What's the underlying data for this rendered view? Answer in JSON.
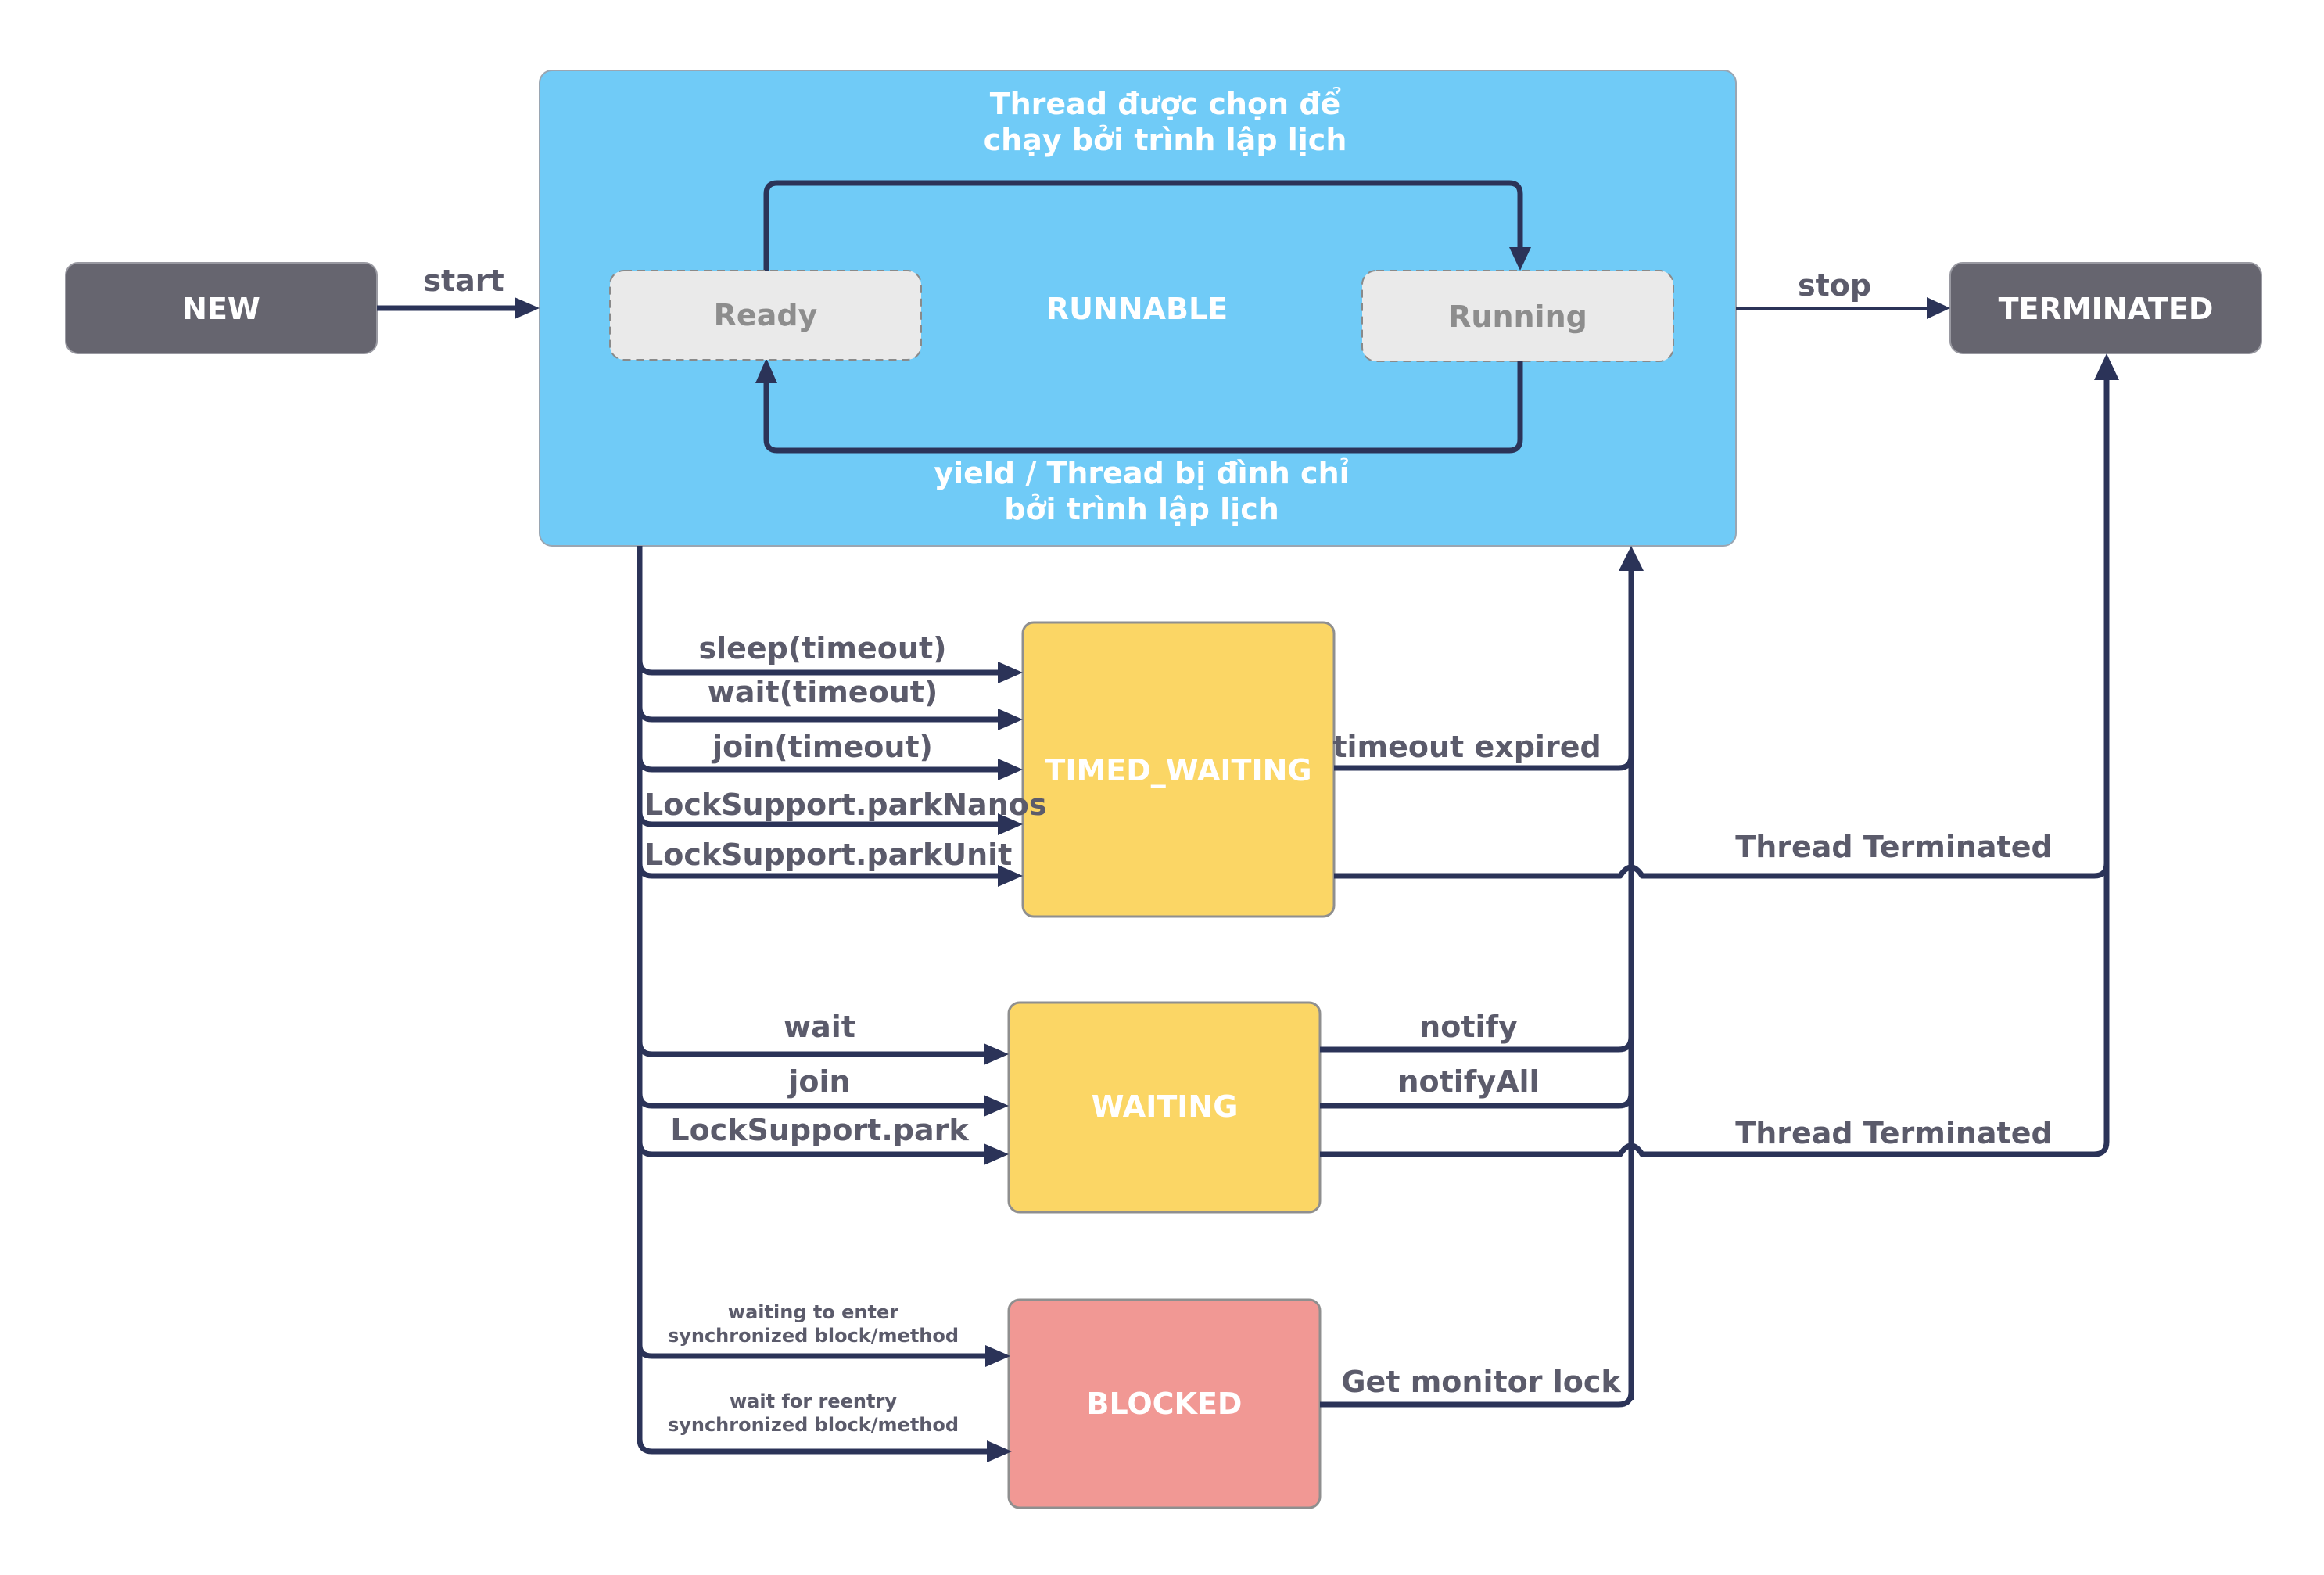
{
  "states": {
    "new": "NEW",
    "runnable": "RUNNABLE",
    "ready": "Ready",
    "running": "Running",
    "terminated": "TERMINATED",
    "timed_waiting": "TIMED_WAITING",
    "waiting": "WAITING",
    "blocked": "BLOCKED"
  },
  "runnable_notes": {
    "scheduled_line1": "Thread được chọn để",
    "scheduled_line2": "chạy bởi trình lập lịch",
    "yield_line1": "yield / Thread bị đình chỉ",
    "yield_line2": "bởi trình lập lịch"
  },
  "edges": {
    "start": "start",
    "stop": "stop",
    "timed_waiting_in": [
      "sleep(timeout)",
      "wait(timeout)",
      "join(timeout)",
      "LockSupport.parkNanos",
      "LockSupport.parkUnit"
    ],
    "timeout_expired": "timeout expired",
    "thread_terminated_1": "Thread Terminated",
    "waiting_in": [
      "wait",
      "join",
      "LockSupport.park"
    ],
    "notify": "notify",
    "notify_all": "notifyAll",
    "thread_terminated_2": "Thread Terminated",
    "blocked_in_1_line1": "waiting to enter",
    "blocked_in_1_line2": "synchronized block/method",
    "blocked_in_2_line1": "wait for reentry",
    "blocked_in_2_line2": "synchronized block/method",
    "get_monitor_lock": "Get monitor lock"
  },
  "colors": {
    "runnable_fill": "#70cbf7",
    "new_terminated_fill": "#66656f",
    "substate_fill": "#eaeaea",
    "waiting_fill": "#fbd665",
    "blocked_fill": "#f19894",
    "connector": "#2b3358"
  }
}
